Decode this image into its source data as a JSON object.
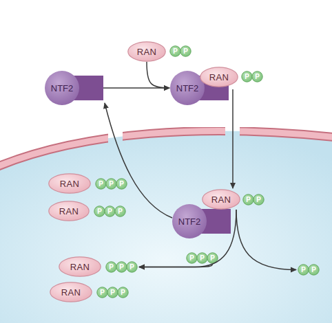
{
  "diagram": {
    "nodes": [
      {
        "text": [
          "RAN"
        ]
      },
      {
        "text": [
          "P"
        ]
      },
      {
        "text": [
          "P"
        ]
      },
      {
        "text": [
          "NTF2"
        ]
      },
      {
        "text": [
          "NTF2"
        ]
      },
      {
        "text": [
          "RAN"
        ]
      },
      {
        "text": [
          "P"
        ]
      },
      {
        "text": [
          "P"
        ]
      },
      {
        "text": [
          "RAN"
        ]
      },
      {
        "text": [
          "P"
        ]
      },
      {
        "text": [
          "P"
        ]
      },
      {
        "text": [
          "P"
        ]
      },
      {
        "text": [
          "RAN"
        ]
      },
      {
        "text": [
          "P"
        ]
      },
      {
        "text": [
          "P"
        ]
      },
      {
        "text": [
          "P"
        ]
      },
      {
        "text": [
          "NTF2"
        ]
      },
      {
        "text": [
          "RAN"
        ]
      },
      {
        "text": [
          "P"
        ]
      },
      {
        "text": [
          "P"
        ]
      },
      {
        "text": [
          "P"
        ]
      },
      {
        "text": [
          "P"
        ]
      },
      {
        "text": [
          "P"
        ]
      },
      {
        "text": [
          "P"
        ]
      },
      {
        "text": [
          "P"
        ]
      },
      {
        "text": [
          "RAN"
        ]
      },
      {
        "text": [
          "P"
        ]
      },
      {
        "text": [
          "P"
        ]
      },
      {
        "text": [
          "P"
        ]
      },
      {
        "text": [
          "RAN"
        ]
      },
      {
        "text": [
          "P"
        ]
      },
      {
        "text": [
          "P"
        ]
      },
      {
        "text": [
          "P"
        ]
      }
    ],
    "edges": [
      {
        "from": 0,
        "to": 4,
        "arrow": "to"
      },
      {
        "from": 3,
        "to": 4,
        "arrow": "to"
      },
      {
        "from": 5,
        "to": 17,
        "arrow": "to"
      },
      {
        "from": 16,
        "to": 3,
        "arrow": "to"
      },
      {
        "from": 17,
        "to": 28,
        "arrow": "to"
      },
      {
        "from": 17,
        "to": 23,
        "arrow": "to"
      },
      {
        "from": 22,
        "to": 28,
        "arrow": "to"
      }
    ]
  }
}
